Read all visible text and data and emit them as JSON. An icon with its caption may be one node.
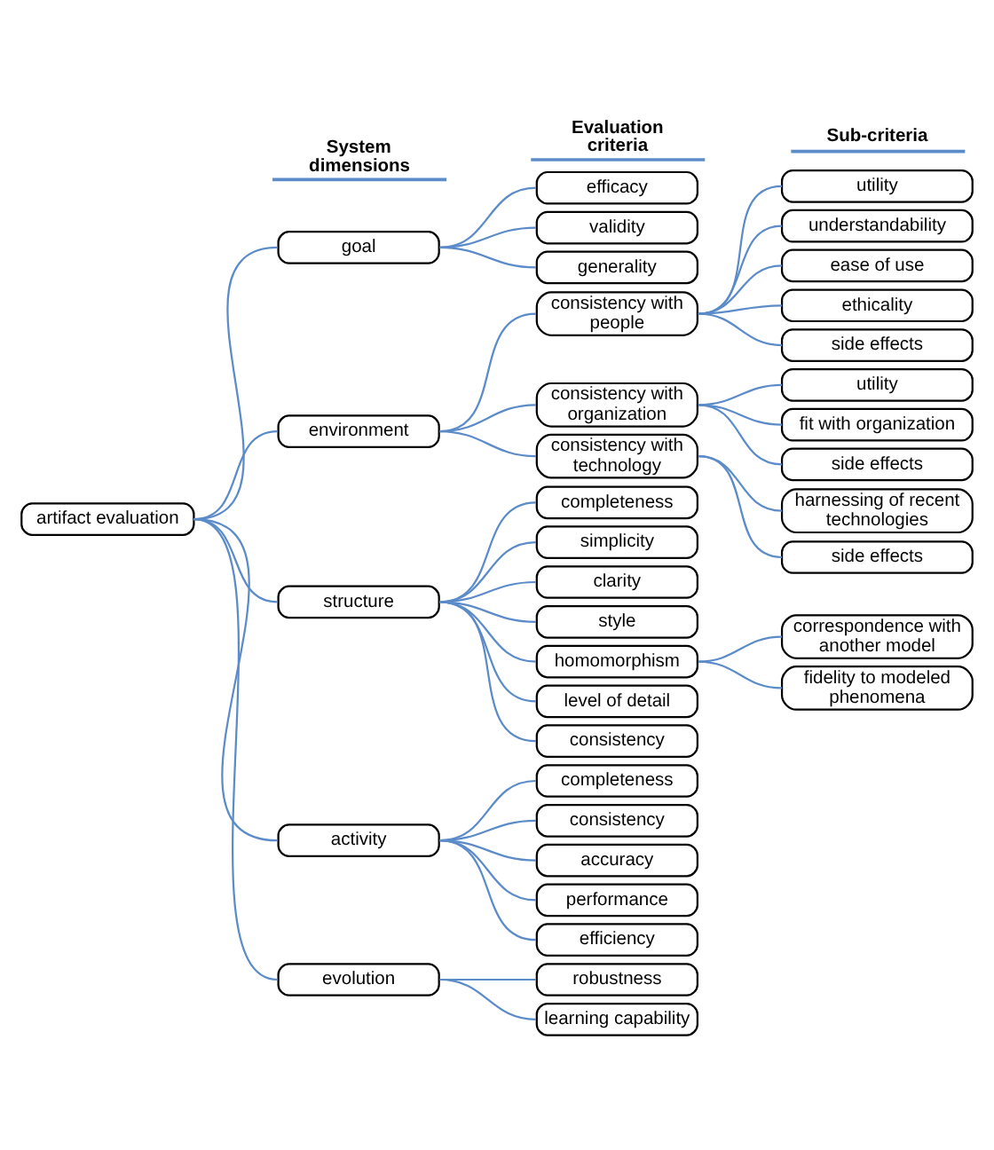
{
  "diagram": {
    "nodes": [
      {
        "text": [
          "artifact evaluation"
        ]
      },
      {
        "text": [
          "goal"
        ]
      },
      {
        "text": [
          "efficacy"
        ]
      },
      {
        "text": [
          "validity"
        ]
      },
      {
        "text": [
          "generality"
        ]
      },
      {
        "text": [
          "environment"
        ]
      },
      {
        "text": [
          "consistency with people"
        ]
      },
      {
        "text": [
          "utility"
        ]
      },
      {
        "text": [
          "understandability"
        ]
      },
      {
        "text": [
          "ease of use"
        ]
      },
      {
        "text": [
          "ethicality"
        ]
      },
      {
        "text": [
          "side effects"
        ]
      },
      {
        "text": [
          "consistency with organization"
        ]
      },
      {
        "text": [
          "utility"
        ]
      },
      {
        "text": [
          "fit with organization"
        ]
      },
      {
        "text": [
          "side effects"
        ]
      },
      {
        "text": [
          "consistency with technology"
        ]
      },
      {
        "text": [
          "harnessing of recent technologies"
        ]
      },
      {
        "text": [
          "side effects"
        ]
      },
      {
        "text": [
          "structure"
        ]
      },
      {
        "text": [
          "completeness"
        ]
      },
      {
        "text": [
          "simplicity"
        ]
      },
      {
        "text": [
          "clarity"
        ]
      },
      {
        "text": [
          "style"
        ]
      },
      {
        "text": [
          "homomorphism"
        ]
      },
      {
        "text": [
          "correspondence with another model"
        ]
      },
      {
        "text": [
          "fidelity to modeled phenomena"
        ]
      },
      {
        "text": [
          "level of detail"
        ]
      },
      {
        "text": [
          "consistency"
        ]
      },
      {
        "text": [
          "activity"
        ]
      },
      {
        "text": [
          "completeness"
        ]
      },
      {
        "text": [
          "consistency"
        ]
      },
      {
        "text": [
          "accuracy"
        ]
      },
      {
        "text": [
          "performance"
        ]
      },
      {
        "text": [
          "efficiency"
        ]
      },
      {
        "text": [
          "evolution"
        ]
      },
      {
        "text": [
          "robustness"
        ]
      },
      {
        "text": [
          "learning capability"
        ]
      }
    ],
    "edges": [
      {
        "from": 0,
        "to": 1,
        "arrow": "none"
      },
      {
        "from": 1,
        "to": 2,
        "arrow": "none"
      },
      {
        "from": 1,
        "to": 3,
        "arrow": "none"
      },
      {
        "from": 1,
        "to": 4,
        "arrow": "none"
      },
      {
        "from": 0,
        "to": 5,
        "arrow": "none"
      },
      {
        "from": 5,
        "to": 6,
        "arrow": "none"
      },
      {
        "from": 6,
        "to": 7,
        "arrow": "none"
      },
      {
        "from": 6,
        "to": 8,
        "arrow": "none"
      },
      {
        "from": 6,
        "to": 9,
        "arrow": "none"
      },
      {
        "from": 6,
        "to": 10,
        "arrow": "none"
      },
      {
        "from": 6,
        "to": 11,
        "arrow": "none"
      },
      {
        "from": 5,
        "to": 12,
        "arrow": "none"
      },
      {
        "from": 12,
        "to": 13,
        "arrow": "none"
      },
      {
        "from": 12,
        "to": 14,
        "arrow": "none"
      },
      {
        "from": 12,
        "to": 15,
        "arrow": "none"
      },
      {
        "from": 5,
        "to": 16,
        "arrow": "none"
      },
      {
        "from": 16,
        "to": 17,
        "arrow": "none"
      },
      {
        "from": 16,
        "to": 18,
        "arrow": "none"
      },
      {
        "from": 0,
        "to": 19,
        "arrow": "none"
      },
      {
        "from": 19,
        "to": 20,
        "arrow": "none"
      },
      {
        "from": 19,
        "to": 21,
        "arrow": "none"
      },
      {
        "from": 19,
        "to": 22,
        "arrow": "none"
      },
      {
        "from": 19,
        "to": 23,
        "arrow": "none"
      },
      {
        "from": 19,
        "to": 24,
        "arrow": "none"
      },
      {
        "from": 24,
        "to": 25,
        "arrow": "none"
      },
      {
        "from": 24,
        "to": 26,
        "arrow": "none"
      },
      {
        "from": 19,
        "to": 27,
        "arrow": "none"
      },
      {
        "from": 19,
        "to": 28,
        "arrow": "none"
      },
      {
        "from": 0,
        "to": 29,
        "arrow": "none"
      },
      {
        "from": 29,
        "to": 30,
        "arrow": "none"
      },
      {
        "from": 29,
        "to": 31,
        "arrow": "none"
      },
      {
        "from": 29,
        "to": 32,
        "arrow": "none"
      },
      {
        "from": 29,
        "to": 33,
        "arrow": "none"
      },
      {
        "from": 29,
        "to": 34,
        "arrow": "none"
      },
      {
        "from": 0,
        "to": 35,
        "arrow": "none"
      },
      {
        "from": 35,
        "to": 36,
        "arrow": "none"
      },
      {
        "from": 35,
        "to": 37,
        "arrow": "none"
      }
    ],
    "labels": [
      "System dimensions",
      "Evaluation criteria",
      "Sub-criteria"
    ]
  }
}
